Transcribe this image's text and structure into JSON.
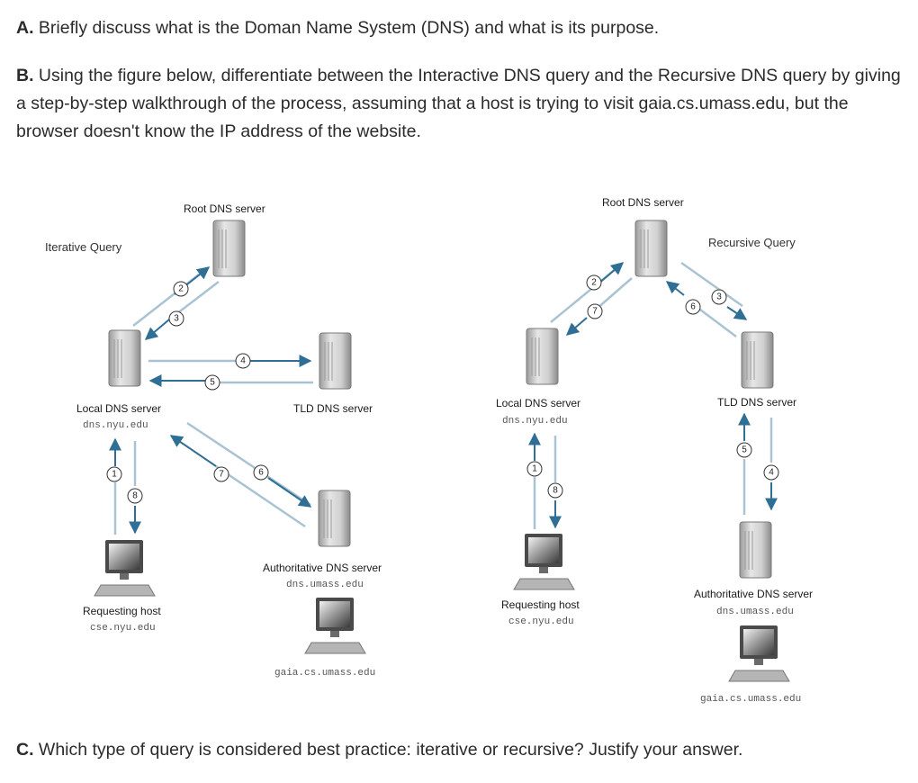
{
  "questions": {
    "a_letter": "A.",
    "a_text": "Briefly discuss what is the Doman Name System (DNS) and what is its purpose.",
    "b_letter": "B.",
    "b_text": "Using the figure below, differentiate between the Interactive DNS query and the Recursive DNS query by giving a step-by-step walkthrough of the process, assuming that a host is trying to visit gaia.cs.umass.edu, but the browser doesn't know the IP address of the website.",
    "c_letter": "C.",
    "c_text": "Which type of query is considered best practice: iterative or recursive? Justify your answer."
  },
  "iterative": {
    "caption": "Iterative Query",
    "root_label": "Root DNS server",
    "local_label": "Local DNS server",
    "local_host": "dns.nyu.edu",
    "tld_label": "TLD DNS server",
    "auth_label": "Authoritative DNS server",
    "auth_host": "dns.umass.edu",
    "req_label": "Requesting host",
    "req_host": "cse.nyu.edu",
    "target_host": "gaia.cs.umass.edu",
    "steps": [
      "1",
      "2",
      "3",
      "4",
      "5",
      "6",
      "7",
      "8"
    ]
  },
  "recursive": {
    "caption": "Recursive Query",
    "root_label": "Root DNS server",
    "local_label": "Local DNS server",
    "local_host": "dns.nyu.edu",
    "tld_label": "TLD DNS server",
    "auth_label": "Authoritative DNS server",
    "auth_host": "dns.umass.edu",
    "req_label": "Requesting host",
    "req_host": "cse.nyu.edu",
    "target_host": "gaia.cs.umass.edu",
    "steps": [
      "1",
      "2",
      "3",
      "4",
      "5",
      "6",
      "7",
      "8"
    ]
  },
  "colors": {
    "arrow_dark": "#2f6f95",
    "arrow_light": "#a9c3d3",
    "server_light": "#e4e4e4",
    "server_dark": "#8a8a8a"
  }
}
